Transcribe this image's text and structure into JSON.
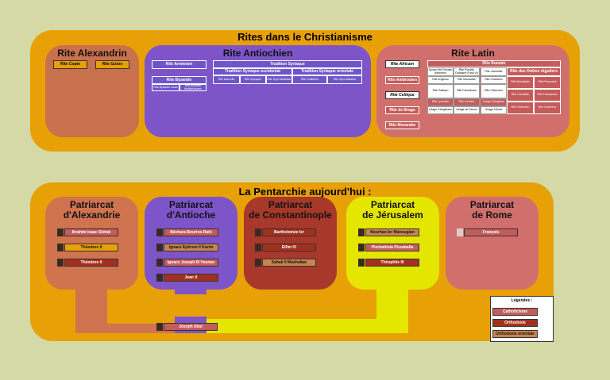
{
  "rites": {
    "title": "Rites dans le Christianisme",
    "alexandrin": {
      "title": "Rite Alexandrin",
      "items": [
        "Rite Copte",
        "Rite Guèze"
      ]
    },
    "antiochien": {
      "title": "Rite Antiochien",
      "armenien": "Rite Arménien",
      "byzantin": "Rite Byzantin",
      "byz_sub": [
        "Rite Byzantin russe",
        "Rite Byzantin Melkite/autres"
      ],
      "syriaque": "Tradition Syriaque",
      "occidental": "Tradition Syriaque occidental",
      "oriental": "Tradition Syriaque orientale",
      "occ_items": [
        "Rite Maronite",
        "Rite Syriaque",
        "Rite Syro-Malankar"
      ],
      "or_items": [
        "Rite Chaldéen",
        "Rite Syro-Malabar"
      ]
    },
    "latin": {
      "title": "Rite Latin",
      "side": [
        "Rite Africain",
        "Rite Ambrosien",
        "Rite Celtique",
        "Rite de Braga",
        "Rite Mozarabe"
      ],
      "romain": "Rite Romain",
      "ordres": "Rite des Ordres réguliers",
      "cols": [
        [
          "Ancien rite Romain (tridentin)",
          "Rite Anglican",
          "Rite Gallican",
          "Rite Lyonnais",
          "Usage d'Anglicans"
        ],
        [
          "Rite Romain Ordinaire (Paul VI)",
          "Rite Mozarabe",
          "Rite Dominicain",
          "Rite Lorraine",
          "Usage de Sarum"
        ],
        [
          "Rite Carmélite",
          "Rite Chartreux",
          "Rite Cistercien",
          "Usage d'Anglican",
          "Usage Zaïrois"
        ]
      ],
      "ordres_items": [
        "Rite Bénédictin",
        "Rite Prémontré",
        "Rite Carmélite",
        "Rite Franciscain",
        "Rite Cistercien",
        "Rite Chartreux"
      ]
    }
  },
  "pentarchie": {
    "title": "La Pentarchie aujourd'hui :",
    "patriarcats": [
      {
        "title": "Patriarcat d'Alexandrie",
        "people": [
          "Ibrahim Isaac Sidrak",
          "Théodore II",
          "Théodore II"
        ]
      },
      {
        "title": "Patriarcat d'Antioche",
        "people": [
          "Béchara Boutros Rahi",
          "Ignace Ephrem II Karim",
          "Ignace Joseph III Younan",
          "Jean X"
        ]
      },
      {
        "title": "Patriarcat de Constantinople",
        "people": [
          "Bartholomée Ier",
          "Elfim IV",
          "Sahak II Mashalian"
        ]
      },
      {
        "title": "Patriarcat de Jérusalem",
        "people": [
          "Nourhan Ier Manougian",
          "Pierbattista Pizzaballa",
          "Théophile III"
        ]
      },
      {
        "title": "Patriarcat de Rome",
        "people": [
          "François"
        ]
      }
    ],
    "joseph": "Joseph Absi"
  },
  "legend": {
    "title": "Légendes :",
    "items": [
      "Catholicisme",
      "Orthodoxie",
      "Orthodoxie orientale"
    ]
  },
  "colors": {
    "panel": "#e8a007",
    "alexandrie": "#d0734f",
    "antioche": "#7d55c9",
    "constantinople": "#a8382a",
    "jerusalem": "#e4e600",
    "rome": "#d16f6d",
    "background": "#d4d9a6"
  }
}
